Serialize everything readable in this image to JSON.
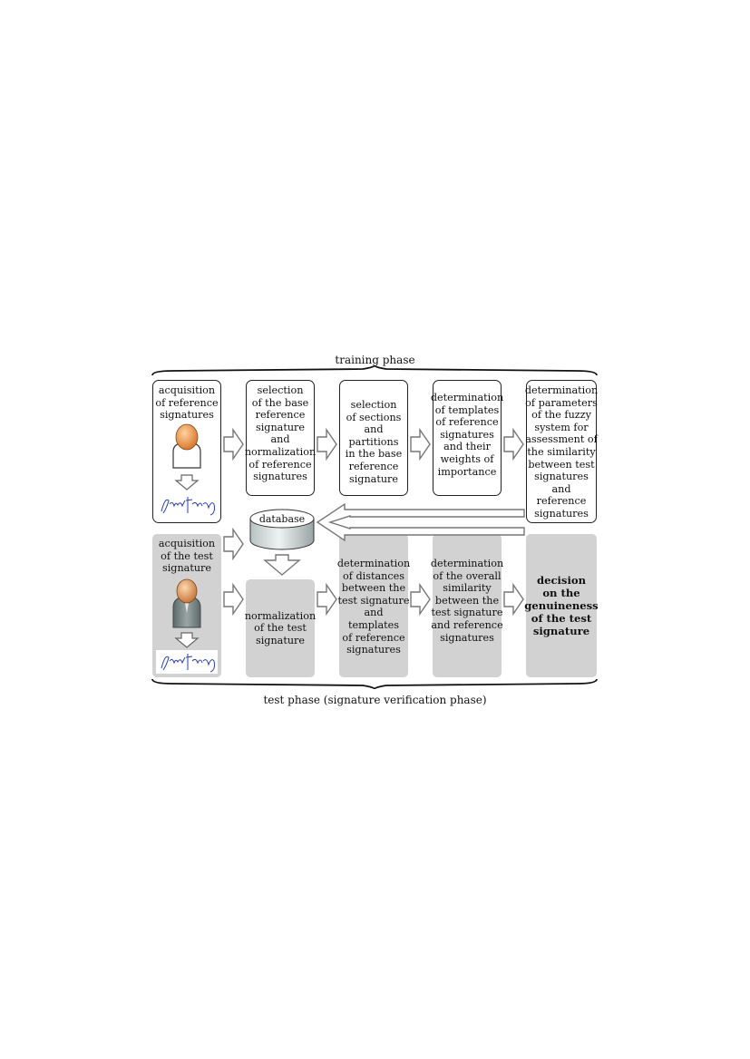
{
  "training_phase_label": "training phase",
  "test_phase_label": "test phase (signature verification phase)",
  "database_label": "database",
  "training_steps": [
    "acquisition\nof reference\nsignatures",
    "selection\nof the base\nreference\nsignature\nand\nnormalization\nof reference\nsignatures",
    "selection\nof sections\nand partitions\nin the base\nreference\nsignature",
    "determination\nof templates\nof reference\nsignatures\nand their\nweights of\nimportance",
    "determination\nof parameters\nof the fuzzy\nsystem for\nassessment of\nthe similarity\nbetween test\nsignatures and\nreference\nsignatures"
  ],
  "test_steps": [
    "acquisition\nof the test\nsignature",
    "normalization\nof the test\nsignature",
    "determination\nof distances\nbetween the\ntest signature\nand templates\nof reference\nsignatures",
    "determination\nof the overall\nsimilarity\nbetween the\ntest signature\nand reference\nsignatures",
    "decision\non the\ngenuineness\nof the test\nsignature"
  ],
  "colors": {
    "box_fill_test": "#d2d2d2",
    "arrow_outline": "#777777",
    "person_orange": "#e8a060",
    "person_gray": "#7f8b8b",
    "signature_ink": "#2a3fb0"
  },
  "icons": [
    "person-icon",
    "signature-icon",
    "database-icon",
    "hollow-arrow-icon"
  ]
}
